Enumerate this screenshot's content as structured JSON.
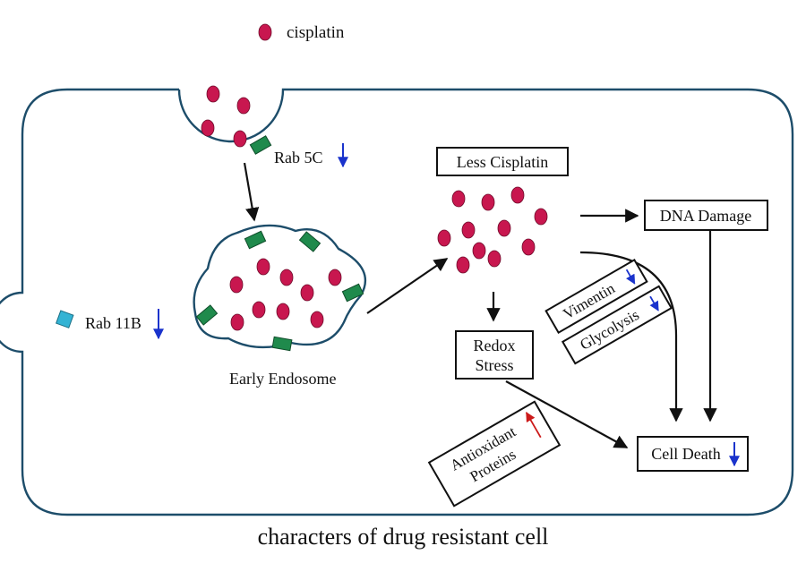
{
  "legend": {
    "label": "cisplatin"
  },
  "labels": {
    "rab5c": "Rab 5C",
    "rab11b": "Rab 11B",
    "early_endosome": "Early Endosome",
    "less_cisplatin": "Less Cisplatin",
    "dna_damage": "DNA Damage",
    "redox_line1": "Redox",
    "redox_line2": "Stress",
    "cell_death": "Cell Death",
    "vimentin": "Vimentin",
    "glycolysis": "Glycolysis",
    "antioxidant_line1": "Antioxidant",
    "antioxidant_line2": "Proteins"
  },
  "caption": "characters of drug resistant cell",
  "colors": {
    "cisplatin": "#c8174f",
    "membrane": "#1d4d6a",
    "rab5c_protein": "#1f8a4c",
    "rab11b_protein": "#33b3d4",
    "down_arrow": "#1a33cc",
    "up_arrow": "#cc1a1a"
  }
}
